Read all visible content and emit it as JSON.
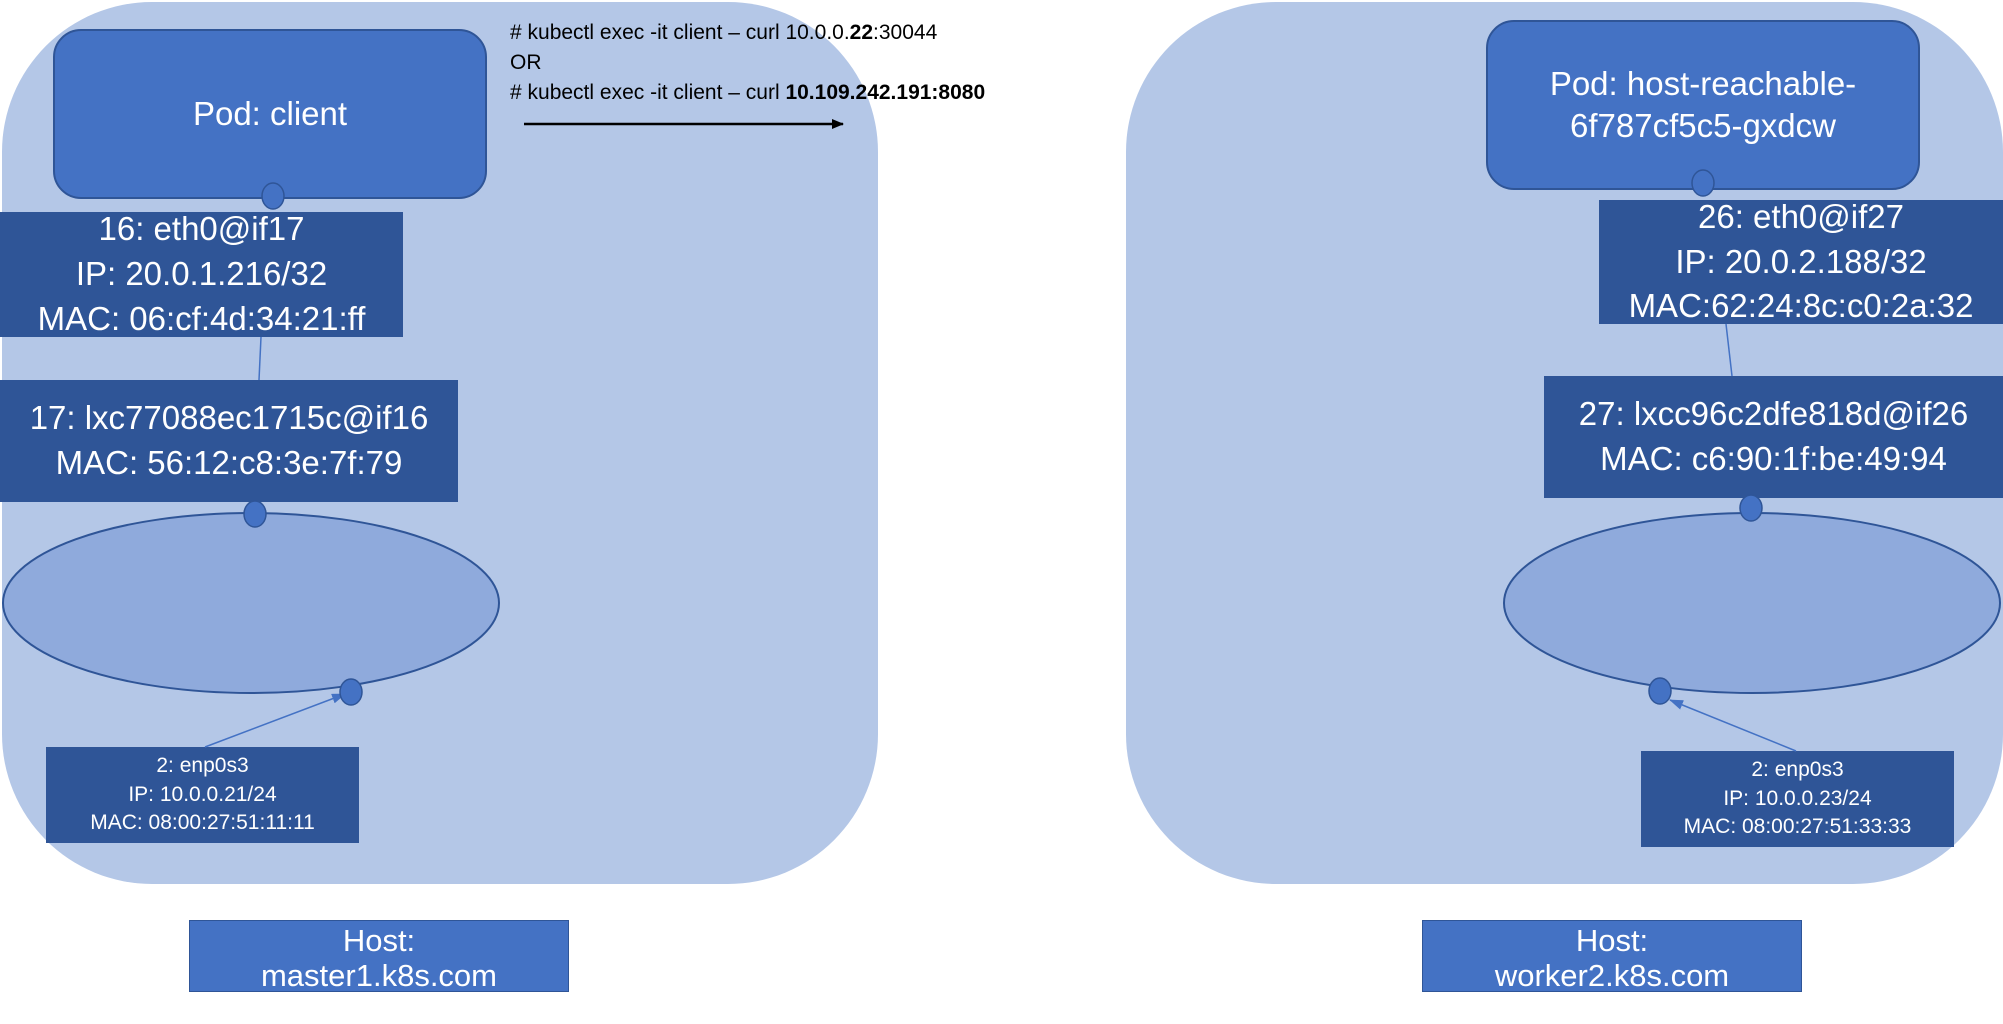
{
  "commands": {
    "line1_prefix": "# kubectl exec -it client – curl 10.0.0.",
    "line1_bold": "22",
    "line1_suffix": ":30044",
    "line2": "OR",
    "line3_prefix": "# kubectl exec -it client – curl ",
    "line3_bold": "10.109.242.191:8080"
  },
  "master": {
    "pod_label": "Pod: client",
    "eth0": {
      "name": "16: eth0@if17",
      "ip": "IP: 20.0.1.216/32",
      "mac": "MAC: 06:cf:4d:34:21:ff"
    },
    "lxc": {
      "name": "17: lxc77088ec1715c@if16",
      "mac": "MAC: 56:12:c8:3e:7f:79"
    },
    "enp": {
      "name": "2: enp0s3",
      "ip": "IP: 10.0.0.21/24",
      "mac": "MAC: 08:00:27:51:11:11"
    },
    "host_label_line1": "Host:",
    "host_label_line2": "master1.k8s.com"
  },
  "worker": {
    "pod_label_line1": "Pod: host-reachable-",
    "pod_label_line2": "6f787cf5c5-gxdcw",
    "eth0": {
      "name": "26: eth0@if27",
      "ip": "IP: 20.0.2.188/32",
      "mac": "MAC:62:24:8c:c0:2a:32"
    },
    "lxc": {
      "name": "27: lxcc96c2dfe818d@if26",
      "mac": "MAC: c6:90:1f:be:49:94"
    },
    "enp": {
      "name": "2: enp0s3",
      "ip": "IP: 10.0.0.23/24",
      "mac": "MAC: 08:00:27:51:33:33"
    },
    "host_label_line1": "Host:",
    "host_label_line2": "worker2.k8s.com"
  },
  "colors": {
    "host_background": "#b4c7e7",
    "pod_fill": "#4472c4",
    "interface_fill": "#2f5597",
    "bridge_fill": "#8faadc",
    "connector_dot": "#4472c4"
  }
}
